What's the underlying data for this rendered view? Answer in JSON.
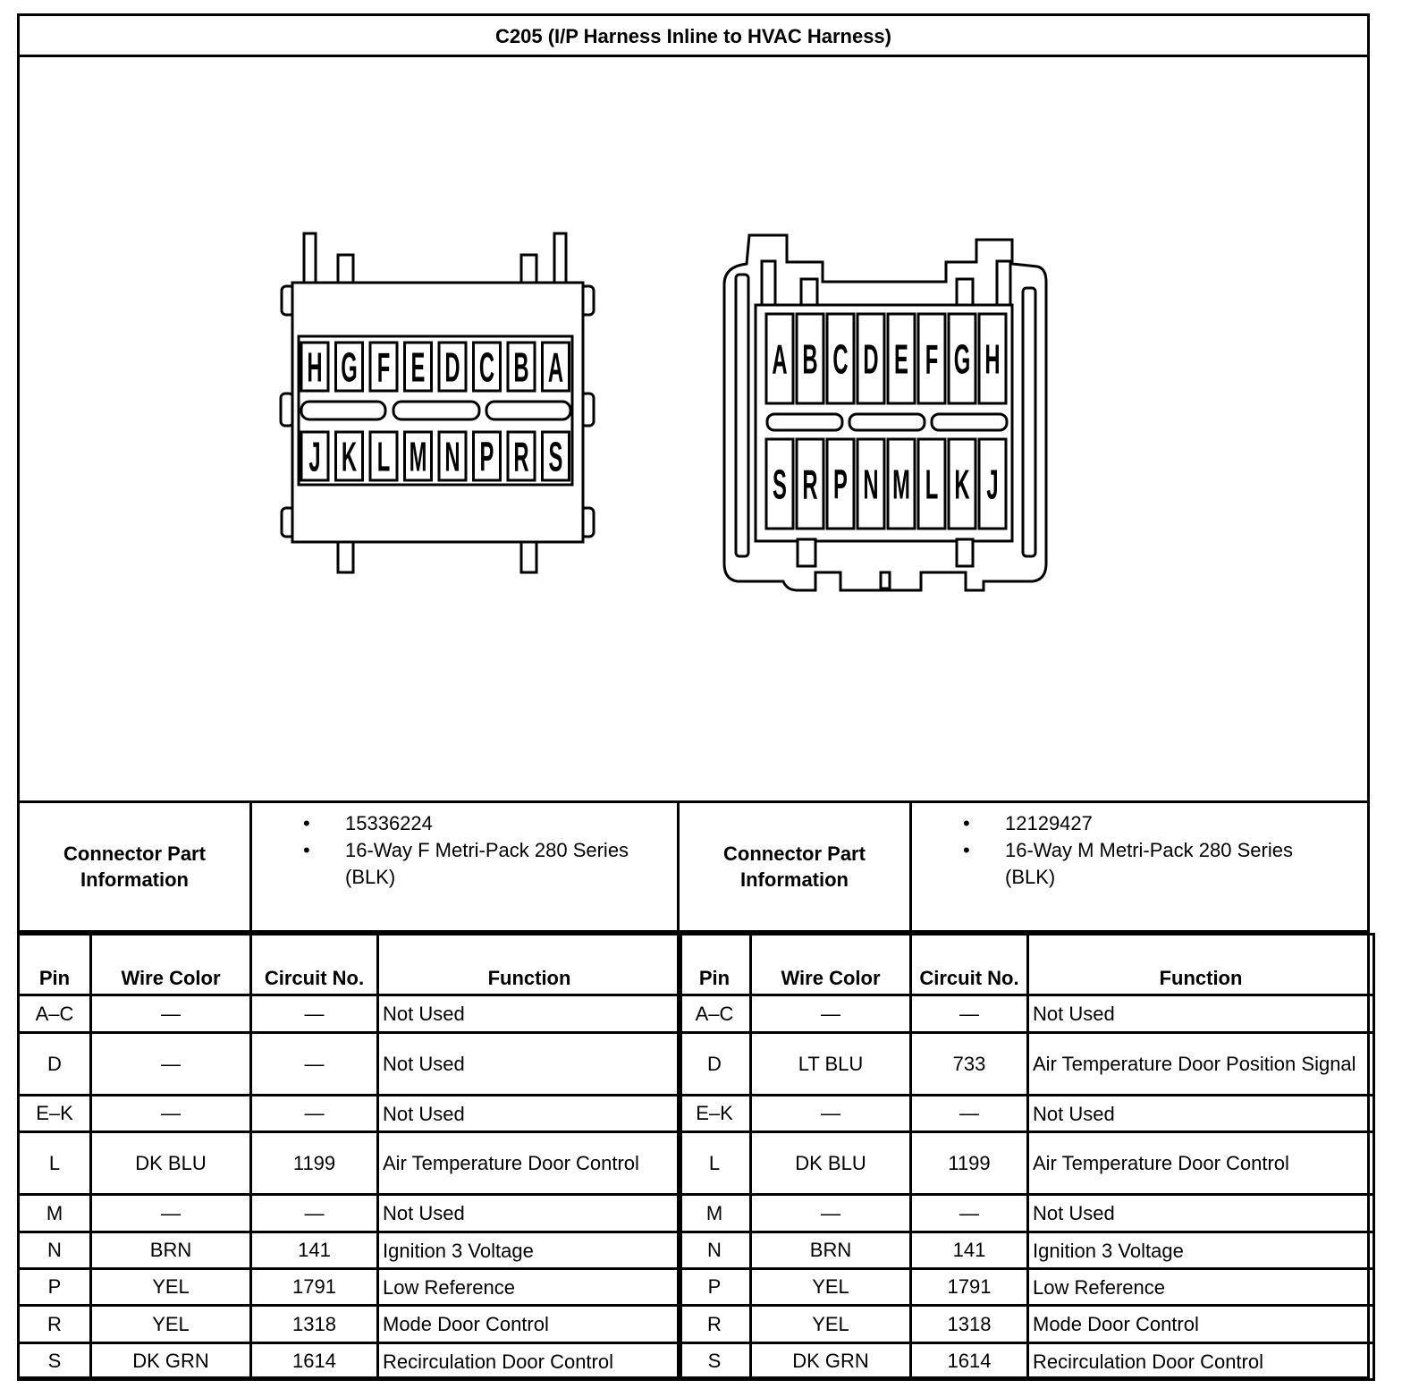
{
  "title": "C205 (I/P Harness Inline to HVAC Harness)",
  "connectors": [
    {
      "top_row": [
        "H",
        "G",
        "F",
        "E",
        "D",
        "C",
        "B",
        "A"
      ],
      "bottom_row": [
        "J",
        "K",
        "L",
        "M",
        "N",
        "P",
        "R",
        "S"
      ]
    },
    {
      "top_row": [
        "A",
        "B",
        "C",
        "D",
        "E",
        "F",
        "G",
        "H"
      ],
      "bottom_row": [
        "S",
        "R",
        "P",
        "N",
        "M",
        "L",
        "K",
        "J"
      ]
    }
  ],
  "part_info": {
    "label_line1": "Connector Part",
    "label_line2": "Information",
    "left": {
      "part_number": "15336224",
      "description": "16-Way F Metri-Pack 280 Series (BLK)"
    },
    "right": {
      "part_number": "12129427",
      "description": "16-Way M Metri-Pack 280 Series (BLK)"
    },
    "bullet": "•"
  },
  "headers": {
    "left": [
      "Pin",
      "Wire Color",
      "Circuit No.",
      "Function"
    ],
    "right": [
      "Pin",
      "Wire Color",
      "Circuit No.",
      "Function"
    ]
  },
  "rows_left": [
    [
      "A–C",
      "—",
      "—",
      "Not Used"
    ],
    [
      "D",
      "—",
      "—",
      "Not Used"
    ],
    [
      "E–K",
      "—",
      "—",
      "Not Used"
    ],
    [
      "L",
      "DK BLU",
      "1199",
      "Air Temperature Door Control"
    ],
    [
      "M",
      "—",
      "—",
      "Not Used"
    ],
    [
      "N",
      "BRN",
      "141",
      "Ignition 3 Voltage"
    ],
    [
      "P",
      "YEL",
      "1791",
      "Low Reference"
    ],
    [
      "R",
      "YEL",
      "1318",
      "Mode Door Control"
    ],
    [
      "S",
      "DK GRN",
      "1614",
      "Recirculation Door Control"
    ]
  ],
  "rows_right": [
    [
      "A–C",
      "—",
      "—",
      "Not Used"
    ],
    [
      "D",
      "LT BLU",
      "733",
      "Air Temperature Door Position Signal"
    ],
    [
      "E–K",
      "—",
      "—",
      "Not Used"
    ],
    [
      "L",
      "DK BLU",
      "1199",
      "Air Temperature Door Control"
    ],
    [
      "M",
      "—",
      "—",
      "Not Used"
    ],
    [
      "N",
      "BRN",
      "141",
      "Ignition 3 Voltage"
    ],
    [
      "P",
      "YEL",
      "1791",
      "Low Reference"
    ],
    [
      "R",
      "YEL",
      "1318",
      "Mode Door Control"
    ],
    [
      "S",
      "DK GRN",
      "1614",
      "Recirculation Door Control"
    ]
  ]
}
